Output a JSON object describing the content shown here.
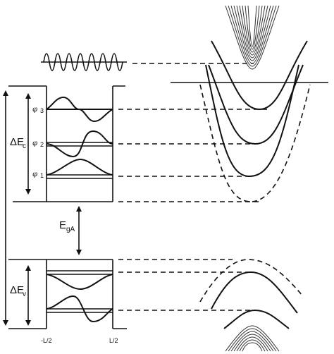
{
  "labels": {
    "delta_ec": "ΔE",
    "delta_ec_sub": "c",
    "delta_ev": "ΔE",
    "delta_ev_sub": "v",
    "egap": "E",
    "egap_sub": "gA",
    "phi1": "φ",
    "phi1_sub": "1",
    "phi2": "φ",
    "phi2_sub": "2",
    "phi3": "φ",
    "phi3_sub": "3",
    "x_left": "-L/2",
    "x_right": "L/2"
  }
}
